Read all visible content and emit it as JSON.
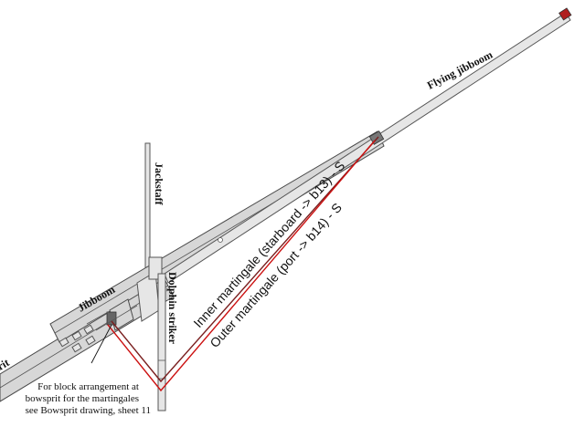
{
  "labels": {
    "flying_jibboom": "Flying jibboom",
    "jackstaff": "Jackstaff",
    "jibboom": "Jibboom",
    "dolphin_striker": "Dolphin striker",
    "bowsprit_partial": "rit",
    "inner_martingale": "Inner martingale (starboard -> b13) - S",
    "outer_martingale": "Outer martingale (port -> b14) - S"
  },
  "note": {
    "line1": "For block arrangement at",
    "line2": "bowsprit for the martingales",
    "line3": "see Bowsprit drawing, sheet 11"
  },
  "colors": {
    "inner_martingale": "#7a1f1f",
    "outer_martingale": "#cc1111",
    "spar_fill": "#d7d7d7",
    "outline": "#4a4a4a"
  }
}
